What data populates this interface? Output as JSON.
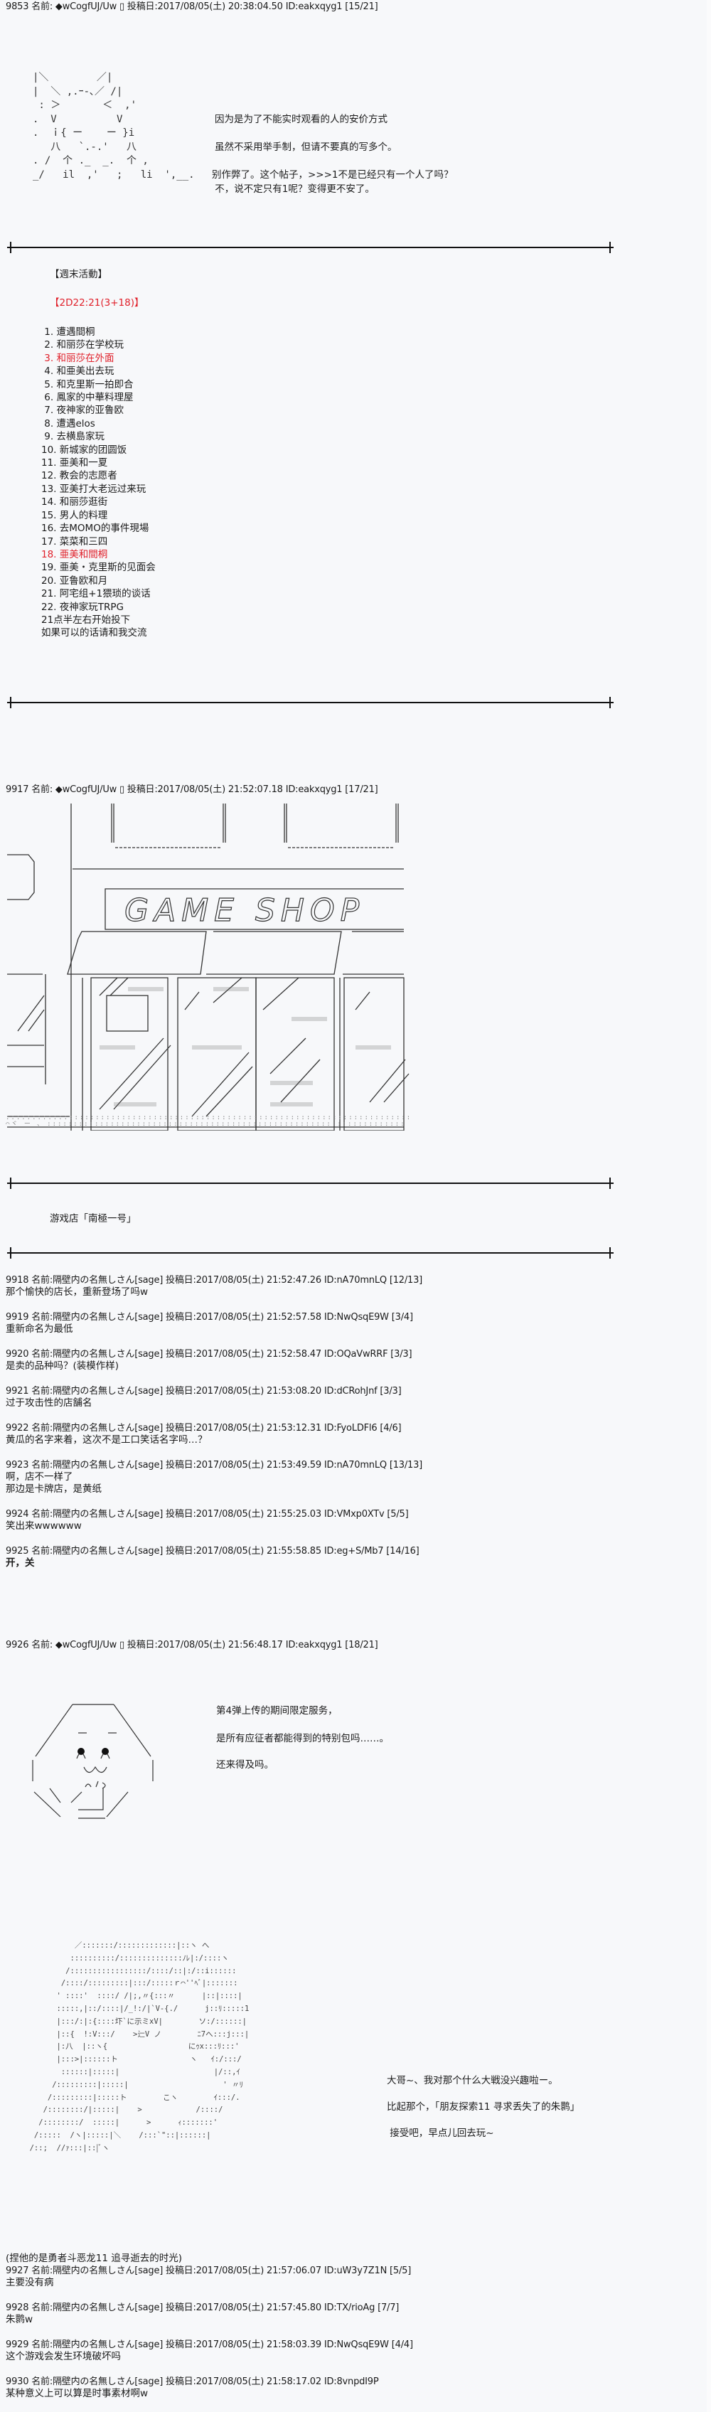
{
  "post_15": {
    "header": "9853 名前: ◆wCogfUJ/Uw ▯ 投稿日:2017/08/05(土) 20:38:04.50 ID:eakxqyg1 [15/21]",
    "lines": [
      "因为是为了不能实时观看的人的安价方式",
      "虽然不采用举手制，但请不要真的写多个。",
      "别作弊了。这个帖子，>>>1不是已经只有一个人了吗？",
      " 不，说不定只有1呢？变得更不安了。"
    ]
  },
  "weekend": {
    "title": "【週末活動】",
    "tag": "【2D22:21(3+18)】",
    "items": [
      {
        "n": " 1.",
        "text": "遭遇間桐",
        "highlight": false
      },
      {
        "n": " 2.",
        "text": "和丽莎在学校玩",
        "highlight": false
      },
      {
        "n": " 3.",
        "text": "和丽莎在外面",
        "highlight": true
      },
      {
        "n": " 4.",
        "text": "和亜美出去玩",
        "highlight": false
      },
      {
        "n": " 5.",
        "text": "和克里斯一拍即合",
        "highlight": false
      },
      {
        "n": " 6.",
        "text": "鳳家的中華料理屋",
        "highlight": false
      },
      {
        "n": " 7.",
        "text": "夜神家的亚鲁欧",
        "highlight": false
      },
      {
        "n": " 8.",
        "text": "遭遇elos",
        "highlight": false
      },
      {
        "n": " 9.",
        "text": "去横島家玩",
        "highlight": false
      },
      {
        "n": "10.",
        "text": "新城家的团圆饭",
        "highlight": false
      },
      {
        "n": "11.",
        "text": "亜美和一夏",
        "highlight": false
      },
      {
        "n": "12.",
        "text": "教会的志愿者",
        "highlight": false
      },
      {
        "n": "13.",
        "text": "亚美打大老远过来玩",
        "highlight": false
      },
      {
        "n": "14.",
        "text": "和丽莎逛街",
        "highlight": false
      },
      {
        "n": "15.",
        "text": "男人的料理",
        "highlight": false
      },
      {
        "n": "16.",
        "text": "去MOMO的事件現場",
        "highlight": false
      },
      {
        "n": "17.",
        "text": "菜菜和三四",
        "highlight": false
      },
      {
        "n": "18.",
        "text": "亜美和間桐",
        "highlight": true
      },
      {
        "n": "19.",
        "text": "亜美・克里斯的见面会",
        "highlight": false
      },
      {
        "n": "20.",
        "text": "亚鲁欧和月",
        "highlight": false
      },
      {
        "n": "21.",
        "text": "阿宅组+1猥琐的谈话",
        "highlight": false
      },
      {
        "n": "22.",
        "text": "夜神家玩TRPG",
        "highlight": false
      }
    ],
    "footer": [
      "21点半左右开始投下",
      "如果可以的话请和我交流"
    ],
    "accent_color": "#e0202a"
  },
  "post_17": {
    "header": "9917 名前: ◆wCogfUJ/Uw ▯ 投稿日:2017/08/05(土) 21:52:07.18 ID:eakxqyg1 [17/21]",
    "sign": "GAME SHOP",
    "location": "游戏店「南極一号」"
  },
  "replies_a": [
    {
      "header": "9918 名前:隔壁内の名無しさん[sage] 投稿日:2017/08/05(土) 21:52:47.26 ID:nA70mnLQ [12/13]",
      "lines": [
        "那个愉快的店长，重新登场了吗w"
      ]
    },
    {
      "header": "9919 名前:隔壁内の名無しさん[sage] 投稿日:2017/08/05(土) 21:52:57.58 ID:NwQsqE9W [3/4]",
      "lines": [
        "重新命名为最低"
      ]
    },
    {
      "header": "9920 名前:隔壁内の名無しさん[sage] 投稿日:2017/08/05(土) 21:52:58.47 ID:OQaVwRRF [3/3]",
      "lines": [
        "是卖的品种吗？(装模作样)"
      ]
    },
    {
      "header": "9921 名前:隔壁内の名無しさん[sage] 投稿日:2017/08/05(土) 21:53:08.20 ID:dCRohJnf [3/3]",
      "lines": [
        "过于攻击性的店舗名"
      ]
    },
    {
      "header": "9922 名前:隔壁内の名無しさん[sage] 投稿日:2017/08/05(土) 21:53:12.31 ID:FyoLDFl6 [4/6]",
      "lines": [
        "黄瓜的名字来着，这次不是工口笑话名字吗…？"
      ]
    },
    {
      "header": "9923 名前:隔壁内の名無しさん[sage] 投稿日:2017/08/05(土) 21:53:49.59 ID:nA70mnLQ [13/13]",
      "lines": [
        "啊，店不一样了",
        "那边是卡牌店，是黄纸"
      ]
    },
    {
      "header": "9924 名前:隔壁内の名無しさん[sage] 投稿日:2017/08/05(土) 21:55:25.03 ID:VMxp0XTv [5/5]",
      "lines": [
        "笑出来wwwwww"
      ]
    },
    {
      "header": "9925 名前:隔壁内の名無しさん[sage] 投稿日:2017/08/05(土) 21:55:58.85 ID:eg+S/Mb7 [14/16]",
      "lines": [
        "开，关"
      ]
    }
  ],
  "post_18": {
    "header": "9926 名前: ◆wCogfUJ/Uw ▯ 投稿日:2017/08/05(土) 21:56:48.17 ID:eakxqyg1 [18/21]",
    "face_lines": [
      "第4弹上传的期间限定服务，",
      "是所有应征者都能得到的特别包吗……。",
      "还来得及吗。"
    ],
    "girl_lines": [
      "大哥~、我对那个什么大戦没兴趣啦ー。",
      "比起那个，「朋友探索11 寻求丢失了的朱鹮」",
      " 接受吧，早点儿回去玩~"
    ],
    "caption": "(捏他的是勇者斗恶龙11 追寻逝去的时光)"
  },
  "replies_b": [
    {
      "header": "9927 名前:隔壁内の名無しさん[sage] 投稿日:2017/08/05(土) 21:57:06.07 ID:uW3y7Z1N [5/5]",
      "lines": [
        "主要没有病"
      ]
    },
    {
      "header": "9928 名前:隔壁内の名無しさん[sage] 投稿日:2017/08/05(土) 21:57:45.80 ID:TX/rioAg [7/7]",
      "lines": [
        "朱鹮w"
      ]
    },
    {
      "header": "9929 名前:隔壁内の名無しさん[sage] 投稿日:2017/08/05(土) 21:58:03.39 ID:NwQsqE9W [4/4]",
      "lines": [
        "这个游戏会发生环境破坏吗"
      ]
    },
    {
      "header": "9930 名前:隔壁内の名無しさん[sage] 投稿日:2017/08/05(土) 21:58:17.02 ID:8vnpdI9P",
      "lines": [
        "某种意义上可以算是时事素材啊w"
      ]
    }
  ]
}
